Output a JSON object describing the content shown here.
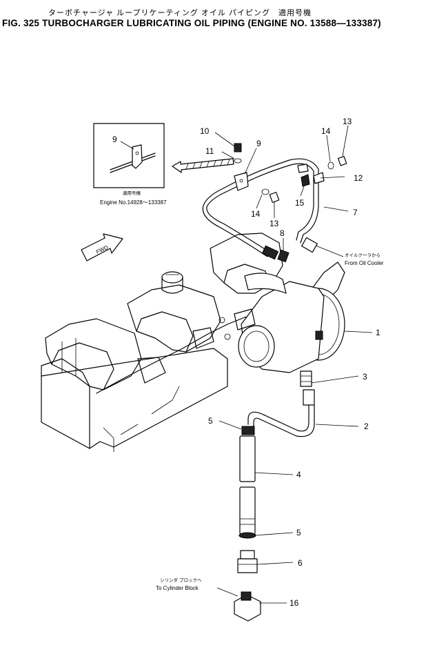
{
  "header": {
    "japanese_title": "ターボチャージャ ループリケーティング オイル パイピング　適用号機",
    "figure_title": "FIG. 325  TURBOCHARGER LUBRICATING OIL PIPING (ENGINE NO. 13588—133387)"
  },
  "inset": {
    "label_jp": "適用号機",
    "label_en": "Engine No.14928〜133387",
    "part_number": "9"
  },
  "annotations": {
    "fwd": "FWD",
    "from_oil_cooler_jp": "オイルクーラから",
    "from_oil_cooler": "From Oil Cooler",
    "to_cylinder_block_jp": "シリンダ ブロックへ",
    "to_cylinder_block": "To Cylinder Block"
  },
  "part_labels": {
    "p1": "1",
    "p2": "2",
    "p3": "3",
    "p4": "4",
    "p5a": "5",
    "p5b": "5",
    "p6": "6",
    "p7": "7",
    "p8": "8",
    "p9": "9",
    "p10": "10",
    "p11": "11",
    "p12": "12",
    "p13a": "13",
    "p13b": "13",
    "p14a": "14",
    "p14b": "14",
    "p15": "15",
    "p16": "16"
  }
}
